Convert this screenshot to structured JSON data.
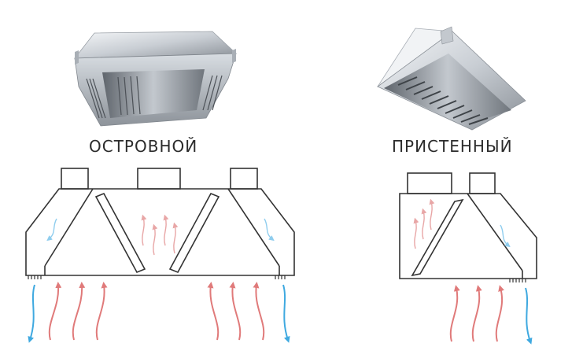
{
  "labels": {
    "island": "ОСТРОВНОЙ",
    "wall": "ПРИСТЕННЫЙ"
  },
  "colors": {
    "outline": "#333333",
    "hot_air": "#e07a7a",
    "hot_air_light": "#e8a6a6",
    "cool_air": "#3fa9e0",
    "cool_air_light": "#8fcdee",
    "steel_light": "#e9ecef",
    "steel_mid": "#b9bfc6",
    "steel_dark": "#6d737a"
  },
  "icons": {
    "island_photo": "island-hood-photo",
    "wall_photo": "wall-hood-photo"
  }
}
